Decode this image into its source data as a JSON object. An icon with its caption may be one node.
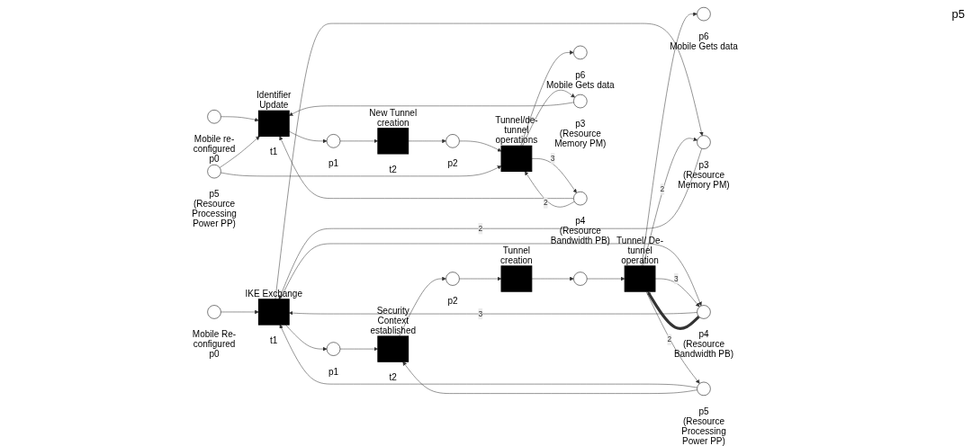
{
  "diagram": {
    "nodes": [
      {
        "text": [],
        "shape": "circle",
        "beside": [
          "Mobile Re-configured",
          "p0"
        ]
      },
      {
        "text": [],
        "shape": "bar",
        "beside": [
          "IKE Exchange",
          "t1"
        ]
      },
      {
        "text": [],
        "shape": "circle",
        "beside": [
          "p1"
        ]
      },
      {
        "text": [],
        "shape": "bar",
        "beside": [
          "Security Context established",
          "t2"
        ]
      },
      {
        "text": [],
        "shape": "circle",
        "beside": [
          "p2"
        ]
      },
      {
        "text": [],
        "shape": "bar",
        "beside": [
          "Tunnel creation"
        ]
      },
      {
        "text": [],
        "shape": "circle"
      },
      {
        "text": [],
        "shape": "bar",
        "beside": [
          "Tunnel/ De-tunnel operation"
        ]
      },
      {
        "text": [],
        "shape": "circle",
        "beside": [
          "p6",
          "Mobile Gets data"
        ]
      },
      {
        "text": [],
        "shape": "circle",
        "beside": [
          "p3",
          "(Resource Memory PM)"
        ]
      },
      {
        "text": [],
        "shape": "circle",
        "beside": [
          "p4",
          "(Resource Bandwidth PB)"
        ]
      },
      {
        "text": [],
        "shape": "circle",
        "beside": [
          "p5",
          "(Resource Processing Power PP)"
        ]
      },
      {
        "text": [],
        "shape": "circle",
        "beside": [
          "Mobile re-configured",
          "p0"
        ]
      },
      {
        "text": [],
        "shape": "bar",
        "beside": [
          "Identifier Update",
          "t1"
        ]
      },
      {
        "text": [],
        "shape": "circle",
        "beside": [
          "p1"
        ]
      },
      {
        "text": [],
        "shape": "bar",
        "beside": [
          "New Tunnel creation",
          "t2"
        ]
      },
      {
        "text": [],
        "shape": "circle",
        "beside": [
          "p2"
        ]
      },
      {
        "text": [],
        "shape": "bar",
        "beside": [
          "Tunnel/de-tunnel operations"
        ]
      },
      {
        "text": [],
        "shape": "circle",
        "beside": [
          "p6",
          "Mobile Gets data"
        ]
      },
      {
        "text": [],
        "shape": "circle",
        "beside": [
          "p3",
          "(Resource Memory PM)"
        ]
      },
      {
        "text": [],
        "shape": "circle",
        "beside": [
          "p4",
          "(Resource Bandwidth PB)"
        ]
      },
      {
        "text": [],
        "shape": "circle",
        "beside": [
          "p5",
          "(Resource Processing Power PP)"
        ]
      }
    ],
    "edges": [
      {
        "from": 0,
        "to": 1,
        "arrow": "to"
      },
      {
        "from": 1,
        "to": 2,
        "arrow": "to"
      },
      {
        "from": 2,
        "to": 3,
        "arrow": "to"
      },
      {
        "from": 3,
        "to": 4,
        "arrow": "to"
      },
      {
        "from": 4,
        "to": 5,
        "arrow": "to"
      },
      {
        "from": 5,
        "to": 6,
        "arrow": "to"
      },
      {
        "from": 6,
        "to": 7,
        "arrow": "to"
      },
      {
        "from": 7,
        "to": 8,
        "arrow": "to"
      },
      {
        "from": 9,
        "to": 1,
        "arrow": "to",
        "label": "2"
      },
      {
        "from": 10,
        "to": 1,
        "arrow": "to",
        "label": "3"
      },
      {
        "from": 11,
        "to": 1,
        "arrow": "to"
      },
      {
        "from": 1,
        "to": 9,
        "arrow": "to"
      },
      {
        "from": 1,
        "to": 10,
        "arrow": "to"
      },
      {
        "from": 11,
        "to": 3,
        "arrow": "to"
      },
      {
        "from": 7,
        "to": 9,
        "arrow": "to",
        "label": "2"
      },
      {
        "from": 7,
        "to": 10,
        "arrow": "to",
        "label": "3"
      },
      {
        "from": 7,
        "to": 11,
        "arrow": "to",
        "label": "2"
      },
      {
        "from": 10,
        "to": 7,
        "arrow": "to",
        "style": "thick"
      },
      {
        "from": 12,
        "to": 13,
        "arrow": "to"
      },
      {
        "from": 13,
        "to": 14,
        "arrow": "to"
      },
      {
        "from": 14,
        "to": 15,
        "arrow": "to"
      },
      {
        "from": 15,
        "to": 16,
        "arrow": "to"
      },
      {
        "from": 16,
        "to": 17,
        "arrow": "to"
      },
      {
        "from": 17,
        "to": 18,
        "arrow": "to"
      },
      {
        "from": 21,
        "to": 13,
        "arrow": "to"
      },
      {
        "from": 19,
        "to": 13,
        "arrow": "to"
      },
      {
        "from": 20,
        "to": 13,
        "arrow": "to"
      },
      {
        "from": 20,
        "to": 17,
        "arrow": "to",
        "label": "2"
      },
      {
        "from": 21,
        "to": 17,
        "arrow": "to"
      },
      {
        "from": 17,
        "to": 20,
        "arrow": "to",
        "label": "3"
      },
      {
        "from": 17,
        "to": 19,
        "arrow": "to"
      }
    ],
    "labels": [
      "p5"
    ]
  }
}
